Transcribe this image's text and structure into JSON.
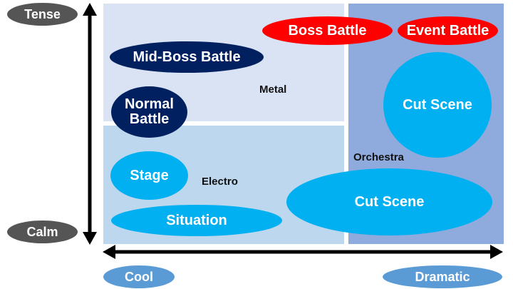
{
  "axes": {
    "vertical": {
      "top_label": "Tense",
      "bottom_label": "Calm"
    },
    "horizontal": {
      "left_label": "Cool",
      "right_label": "Dramatic"
    }
  },
  "genres": {
    "metal": "Metal",
    "electro": "Electro",
    "orchestra": "Orchestra"
  },
  "scenes": {
    "boss_battle": "Boss Battle",
    "event_battle": "Event Battle",
    "mid_boss_battle": "Mid-Boss Battle",
    "normal_battle_line1": "Normal",
    "normal_battle_line2": "Battle",
    "cut_scene_upper": "Cut Scene",
    "stage": "Stage",
    "cut_scene_lower": "Cut Scene",
    "situation": "Situation"
  },
  "colors": {
    "axis_label_dark": "#555555",
    "axis_label_blue": "#5b9bd5",
    "metal_region": "#dae3f3",
    "electro_region": "#bdd7ee",
    "orchestra_region": "#8faadc",
    "red": "#ff0000",
    "navy": "#002060",
    "cyan": "#00b0f0"
  }
}
